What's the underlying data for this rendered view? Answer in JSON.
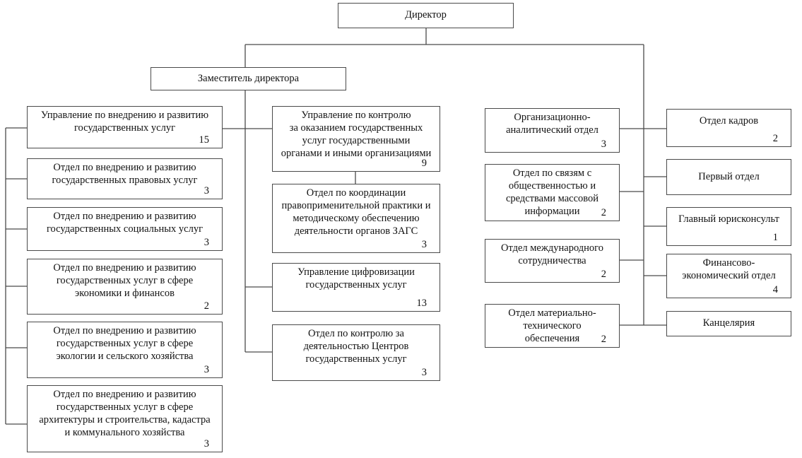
{
  "colors": {
    "background": "#ffffff",
    "box_fill": "#ffffff",
    "border_and_lines": "#4a4a4a",
    "text": "#111111"
  },
  "org": {
    "director": {
      "label": "Директор",
      "count": ""
    },
    "deputy": {
      "label": "Заместитель директора",
      "count": ""
    },
    "col1": [
      {
        "label": "Управление по внедрению и развитию\nгосударственных услуг",
        "count": "15"
      },
      {
        "label": "Отдел по внедрению и развитию\nгосударственных правовых услуг",
        "count": "3"
      },
      {
        "label": "Отдел по внедрению и развитию\nгосударственных социальных услуг",
        "count": "3"
      },
      {
        "label": "Отдел по внедрению и развитию\nгосударственных услуг в сфере\nэкономики и финансов",
        "count": "2"
      },
      {
        "label": "Отдел по внедрению и развитию\nгосударственных услуг в сфере\nэкологии и сельского хозяйства",
        "count": "3"
      },
      {
        "label": "Отдел по внедрению и развитию\nгосударственных услуг в сфере\nархитектуры и строительства, кадастра\nи коммунального хозяйства",
        "count": "3"
      }
    ],
    "col2": [
      {
        "label": "Управление по контролю\nза оказанием государственных\nуслуг государственными\nорганами и иными организациями",
        "count": "9"
      },
      {
        "label": "Отдел по координации\nправоприменительной практики и\nметодическому обеспечению\nдеятельности органов ЗАГС",
        "count": "3"
      },
      {
        "label": "Управление цифровизации\nгосударственных услуг",
        "count": "13"
      },
      {
        "label": "Отдел по контролю за\nдеятельностью Центров\nгосударственных услуг",
        "count": "3"
      }
    ],
    "col3": [
      {
        "label": "Организационно-\nаналитический отдел",
        "count": "3"
      },
      {
        "label": "Отдел по связям с\nобщественностью и\nсредствами массовой\nинформации",
        "count": "2"
      },
      {
        "label": "Отдел международного\nсотрудничества",
        "count": "2"
      },
      {
        "label": "Отдел материально-\nтехнического\nобеспечения",
        "count": "2"
      }
    ],
    "col4": [
      {
        "label": "Отдел кадров",
        "count": "2"
      },
      {
        "label": "Первый отдел",
        "count": ""
      },
      {
        "label": "Главный юрисконсульт",
        "count": "1"
      },
      {
        "label": "Финансово-\nэкономический отдел",
        "count": "4"
      },
      {
        "label": "Канцелярия",
        "count": ""
      }
    ]
  }
}
